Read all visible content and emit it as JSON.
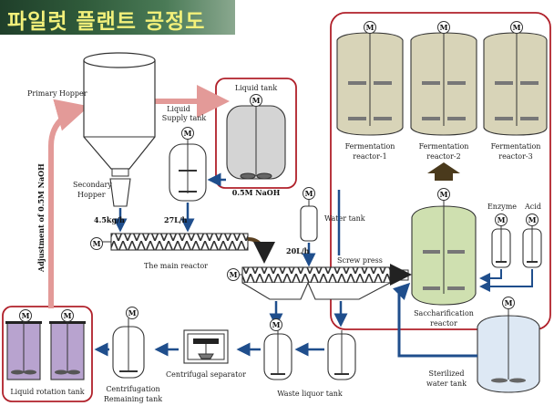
{
  "title": "파일럿 플랜트 공정도",
  "motor_symbol": "M",
  "labels": {
    "primary_hopper": "Primary Hopper",
    "secondary_hopper_1": "Secondary",
    "secondary_hopper_2": "Hopper",
    "feed_rate": "4.5kg/h",
    "liquid_supply_tank_1": "Liquid",
    "liquid_supply_tank_2": "Supply tank",
    "liquid_tank": "Liquid tank",
    "naoh": "0.5M NaOH",
    "flow_27": "27L/h",
    "main_reactor": "The main reactor",
    "water_tank": "Water tank",
    "flow_20": "20L/h",
    "screw_press": "Screw press",
    "fermentation_1a": "Fermentation",
    "fermentation_1b": "reactor-1",
    "fermentation_2a": "Fermentation",
    "fermentation_2b": "reactor-2",
    "fermentation_3a": "Fermentation",
    "fermentation_3b": "reactor-3",
    "enzyme": "Enzyme",
    "acid": "Acid",
    "saccharification_1": "Saccharification",
    "saccharification_2": "reactor",
    "sterilized_1": "Sterilized",
    "sterilized_2": "water tank",
    "adjustment": "Adjustment  of  0.5M NaOH",
    "liquid_rotation_tank": "Liquid rotation tank",
    "centrifugation_1": "Centrifugation",
    "centrifugation_2": "Remaining tank",
    "centrifugal_separator": "Centrifugal separator",
    "waste_liquor_tank": "Waste liquor tank"
  },
  "colors": {
    "title_text": "#f2f07a",
    "red_frame": "#b0202a",
    "blue_flow": "#1f4e8c",
    "pink_flow": "#e39a98",
    "brown_flow": "#5a4020",
    "fermenter_fill": "#d8d4b8",
    "saccharification_fill": "#cfe0b0",
    "rotation_fill": "#b8a3cf",
    "sterilized_fill": "#dde8f4",
    "naoh_tank_fill": "#d4d4d4"
  }
}
